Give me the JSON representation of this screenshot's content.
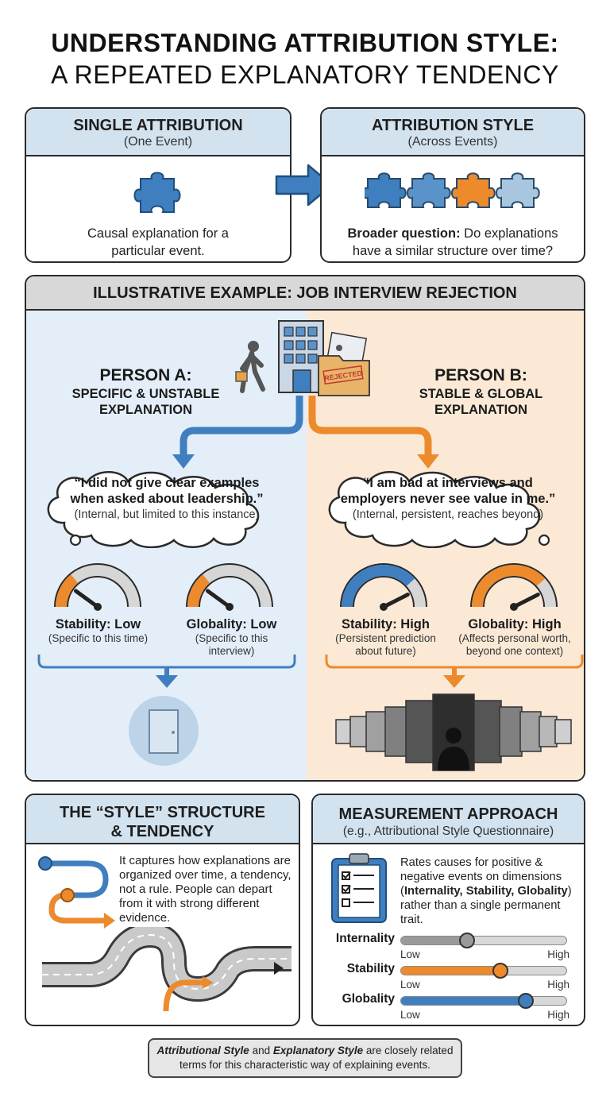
{
  "title": {
    "line1": "UNDERSTANDING ATTRIBUTION STYLE:",
    "line2": "A REPEATED EXPLANATORY TENDENCY"
  },
  "single": {
    "heading": "SINGLE ATTRIBUTION",
    "subheading": "(One Event)",
    "body_line1": "Causal explanation for a",
    "body_line2": "particular event."
  },
  "style": {
    "heading": "ATTRIBUTION STYLE",
    "subheading": "(Across Events)",
    "body_bold": "Broader question:",
    "body_line1_rest": " Do explanations",
    "body_line2": "have a similar structure over time?"
  },
  "example": {
    "heading": "ILLUSTRATIVE EXAMPLE: JOB INTERVIEW REJECTION",
    "stamp": "REJECTED",
    "person_a": {
      "name": "PERSON A:",
      "desc_line1": "SPECIFIC & UNSTABLE",
      "desc_line2": "EXPLANATION",
      "quote_line1": "“I did not give clear examples",
      "quote_line2": "when asked about leadership.”",
      "quote_note": "(Internal, but limited to this instance)",
      "gauge1_label": "Stability: Low",
      "gauge1_note_line1": "(Specific to this time)",
      "gauge1_note_line2": "",
      "gauge1_level": 0.2,
      "gauge2_label": "Globality: Low",
      "gauge2_note_line1": "(Specific to this",
      "gauge2_note_line2": "interview)",
      "gauge2_level": 0.2
    },
    "person_b": {
      "name": "PERSON B:",
      "desc_line1": "STABLE & GLOBAL",
      "desc_line2": "EXPLANATION",
      "quote_line1": "“I am bad at interviews and",
      "quote_line2": "employers never see value in me.”",
      "quote_note": "(Internal, persistent, reaches beyond)",
      "gauge1_label": "Stability: High",
      "gauge1_note_line1": "(Persistent prediction",
      "gauge1_note_line2": "about future)",
      "gauge1_level": 0.85,
      "gauge2_label": "Globality: High",
      "gauge2_note_line1": "(Affects personal worth,",
      "gauge2_note_line2": "beyond one context)",
      "gauge2_level": 0.85
    }
  },
  "structure": {
    "heading_line1": "THE “STYLE” STRUCTURE",
    "heading_line2": "& TENDENCY",
    "text": "It captures how explanations are organized over time, a tendency, not a rule. People can depart from it with strong different evidence."
  },
  "measurement": {
    "heading": "MEASUREMENT APPROACH",
    "subheading": "(e.g., Attributional Style Questionnaire)",
    "text_a": "Rates causes for positive & negative events on dimensions (",
    "text_bold": "Internality, Stability, Globality",
    "text_b": ") rather than a single permanent trait.",
    "low_label": "Low",
    "high_label": "High",
    "sliders": [
      {
        "label": "Internality",
        "value": 0.4,
        "color": "#9a9a9a"
      },
      {
        "label": "Stability",
        "value": 0.6,
        "color": "#ec8a2c"
      },
      {
        "label": "Globality",
        "value": 0.75,
        "color": "#3f7fbf"
      }
    ]
  },
  "footnote": {
    "term1": "Attributional Style",
    "and": " and ",
    "term2": "Explanatory Style",
    "rest1": " are closely related",
    "line2": "terms for this characteristic way of explaining events."
  },
  "colors": {
    "blue": "#3f7fbf",
    "orange": "#ec8a2c",
    "header_blue": "#d2e2ef",
    "panel_a_bg": "#e3eef8",
    "panel_b_bg": "#fbe9d6"
  }
}
